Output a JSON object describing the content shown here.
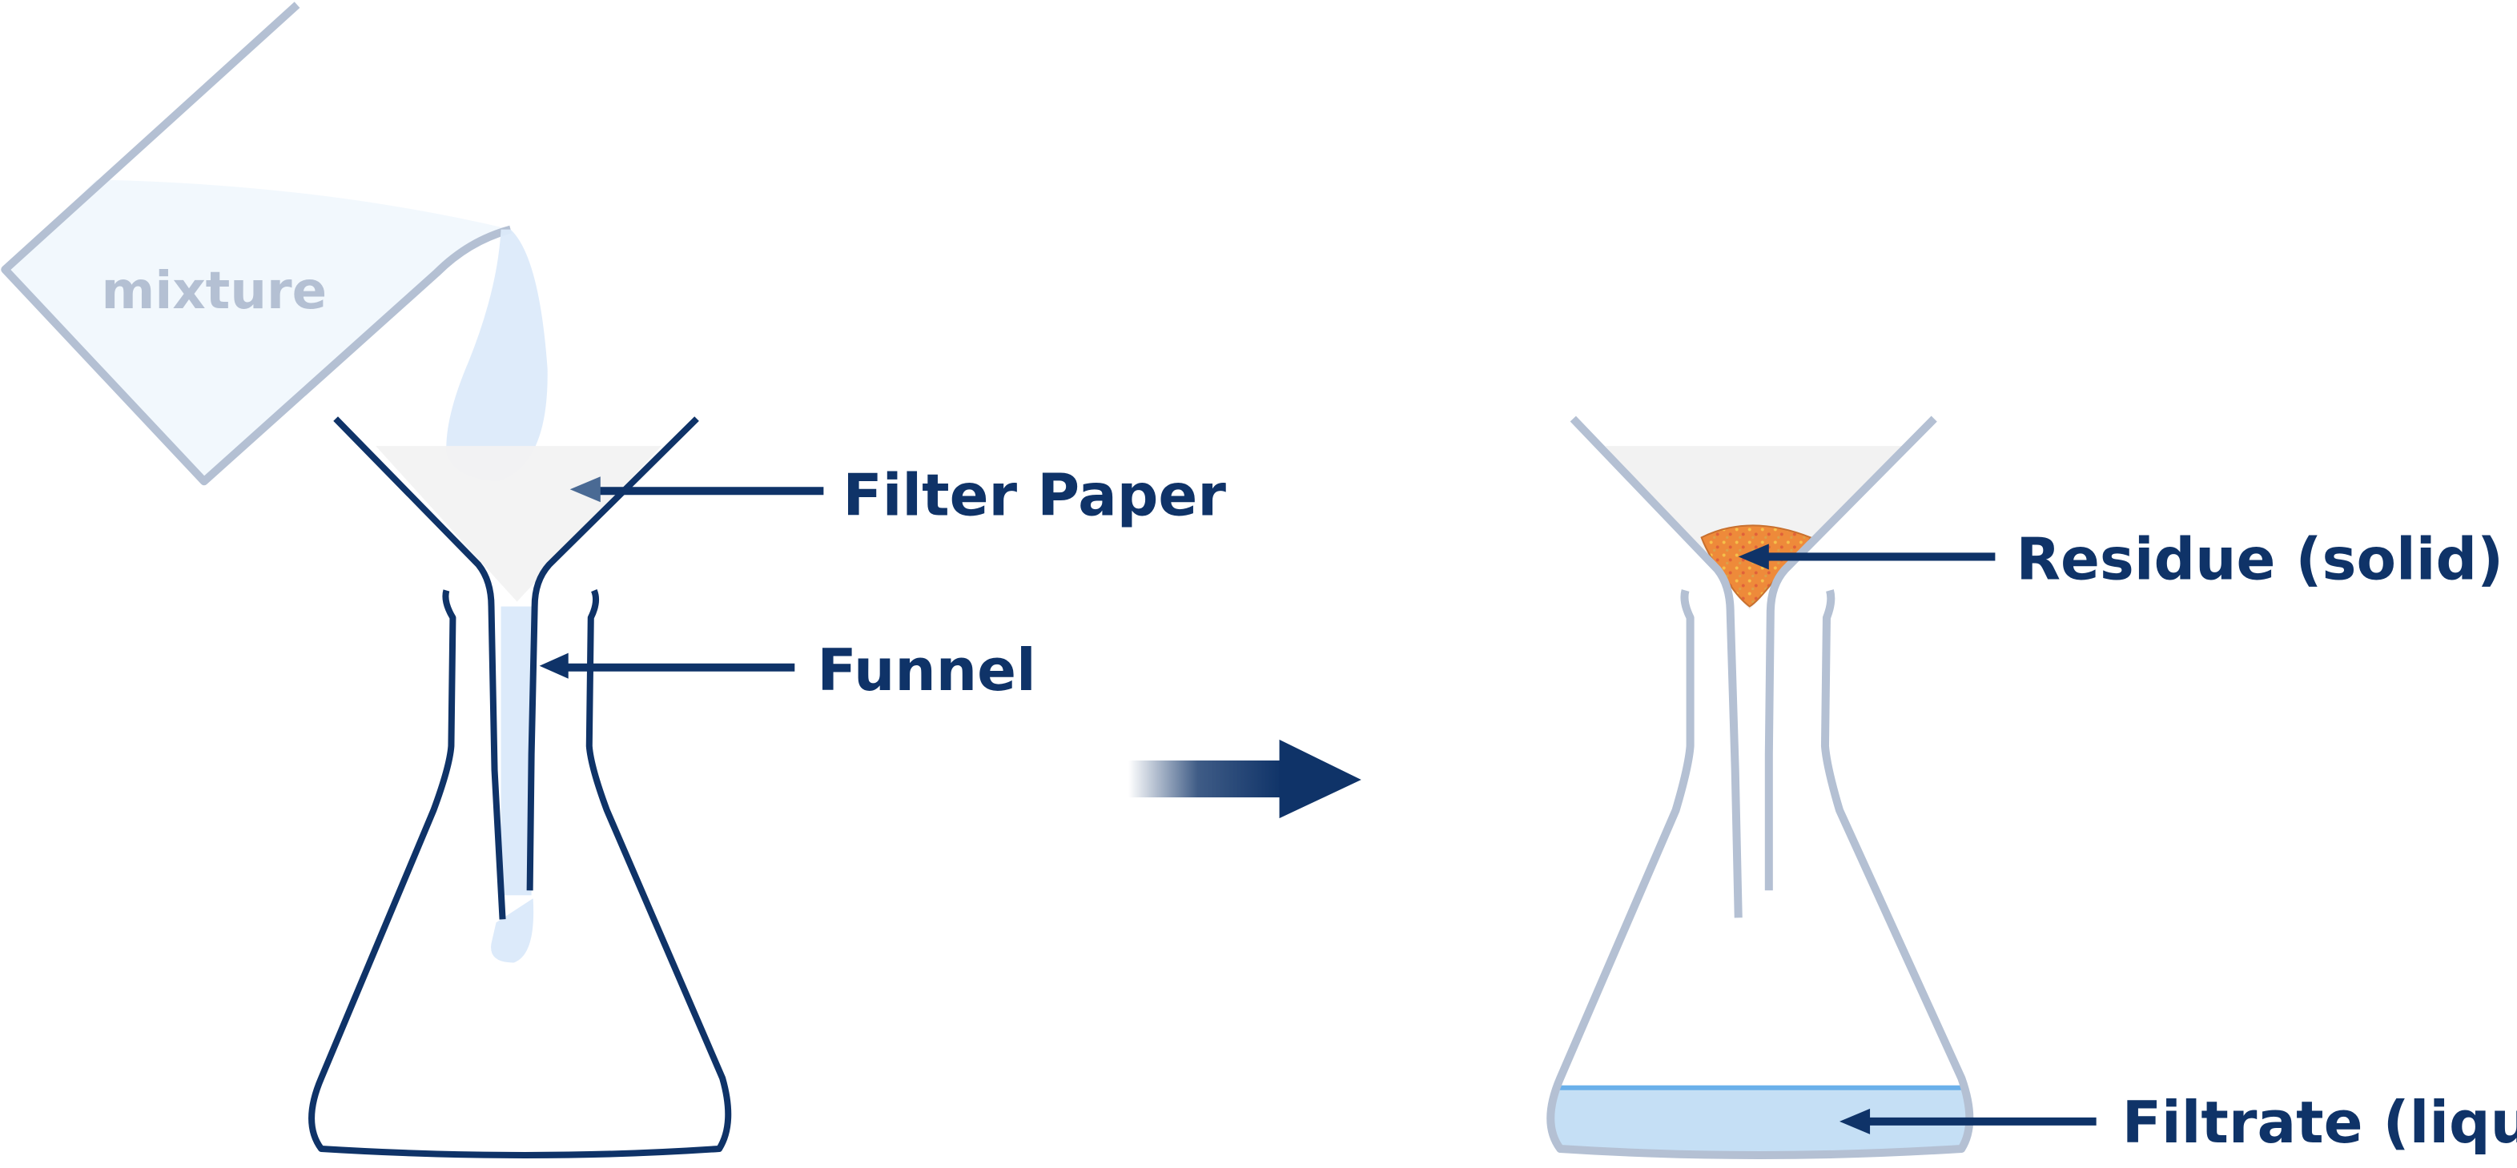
{
  "title": "Filtration",
  "labels": {
    "mixture": "mixture",
    "filter_paper": "Filter Paper",
    "funnel": "Funnel",
    "residue": "Residue (solid)",
    "filtrate": "Filtrate (liquid)"
  },
  "colors": {
    "dark_blue": "#0f3368",
    "light_glass": "#b4c0d3",
    "mixture_fill": "#f2f8fd",
    "stream": "#dceafa",
    "filter_paper": "#f2f2f2",
    "residue": "#f08a3c",
    "filtrate": "#c5dff5"
  }
}
